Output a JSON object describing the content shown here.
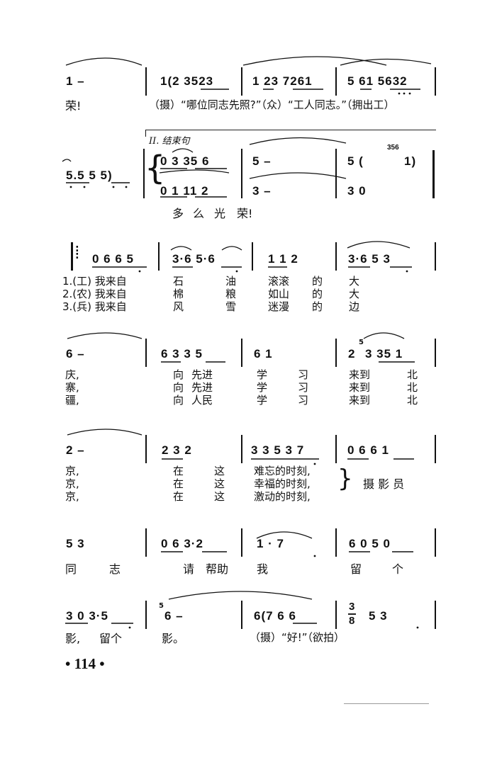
{
  "page_number": "• 114 •",
  "system1": {
    "m1": "1   –",
    "m2": "1(2  3523",
    "m3": "1 23  7261",
    "m4": "5 61  5632",
    "lyric1": "荣!",
    "lyric2": "（摄）“哪位同志先照?”（众）“工人同志。”（拥出工）"
  },
  "system2": {
    "ending_label": "II. 结束句",
    "left": "5.5    5 5)",
    "upper_m1": "0 3  35 6",
    "upper_m2": "5   –",
    "upper_m3": "5  (",
    "grace_upper": "356",
    "grace_lower": "1)",
    "lower_m1": "0 1  11 2",
    "lower_m2": "3   –",
    "lower_m3": "3    0",
    "lyric": [
      "多",
      "么",
      "光",
      "荣!"
    ]
  },
  "system3": {
    "m1": "0 6 6 5",
    "m2": "3·6  5·6",
    "m3": "1 1  2",
    "m4": "3·6  5 3",
    "verses": [
      {
        "label": "1.(工) 我来自",
        "words": [
          "石",
          "油",
          "滚滚",
          "的",
          "大"
        ]
      },
      {
        "label": "2.(农) 我来自",
        "words": [
          "棉",
          "粮",
          "如山",
          "的",
          "大"
        ]
      },
      {
        "label": "3.(兵) 我来自",
        "words": [
          "风",
          "雪",
          "迷漫",
          "的",
          "边"
        ]
      }
    ]
  },
  "system4": {
    "m1": "6   –",
    "m2": "6 3  3 5",
    "m3": "6    1",
    "m4a": "2",
    "grace": "5",
    "m4b": "3   35 1",
    "verses": [
      [
        "庆,",
        "向",
        "先进",
        "学",
        "习",
        "来到",
        "北"
      ],
      [
        "寨,",
        "向",
        "先进",
        "学",
        "习",
        "来到",
        "北"
      ],
      [
        "疆,",
        "向",
        "人民",
        "学",
        "习",
        "来到",
        "北"
      ]
    ]
  },
  "system5": {
    "m1": "2   –",
    "m2": "2 3   2",
    "m3": "3 3 5 3 7",
    "m4": "0 6   6 1",
    "verses": [
      [
        "京,",
        "在",
        "这",
        "难忘的时刻,"
      ],
      [
        "京,",
        "在",
        "这",
        "幸福的时刻,"
      ],
      [
        "京,",
        "在",
        "这",
        "激动的时刻,"
      ]
    ],
    "brace": "}",
    "shared_lyric": "摄  影  员"
  },
  "system6": {
    "m1": "5    3",
    "m2": "0 6   3·2",
    "m3": "1 ·   7",
    "m4": "6 0   5 0",
    "lyric": [
      "同",
      "志",
      "请",
      "帮助",
      "我",
      "留",
      "个"
    ]
  },
  "system7": {
    "m1": "3 0   3·5",
    "grace": "5",
    "m2": "6    –",
    "m3": "6(7   6 6",
    "m4_time_top": "3",
    "m4_time_bottom": "8",
    "m4": "5     3",
    "lyric": [
      "影,",
      "留个",
      "影。",
      "（摄）“好!”（欲拍）"
    ]
  }
}
